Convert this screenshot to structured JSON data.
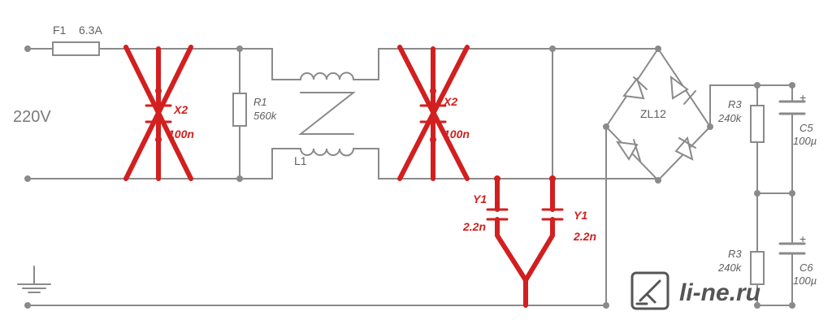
{
  "labels": {
    "fuse_ref": "F1",
    "fuse_rating": "6.3A",
    "voltage": "220V",
    "x2_left_ref": "X2",
    "x2_left_value": "100n",
    "x2_right_ref": "X2",
    "x2_right_value": "100n",
    "r1_ref": "R1",
    "r1_value": "560k",
    "inductor_ref": "L1",
    "y1_left_ref": "Y1",
    "y1_left_value": "2.2n",
    "y1_right_ref": "Y1",
    "y1_right_value": "2.2n",
    "bridge_ref": "ZL12",
    "r3_top_ref": "R3",
    "r3_top_value": "240k",
    "r3_bottom_ref": "R3",
    "r3_bottom_value": "240k",
    "c5_ref": "C5",
    "c5_value": "100µ",
    "c6_ref": "C6",
    "c6_value": "100µ",
    "plus": "+"
  },
  "watermark": {
    "text": "li-ne.ru"
  },
  "colors": {
    "wire": "#8a8a8a",
    "highlight": "#d21f1f",
    "text": "#606060"
  }
}
